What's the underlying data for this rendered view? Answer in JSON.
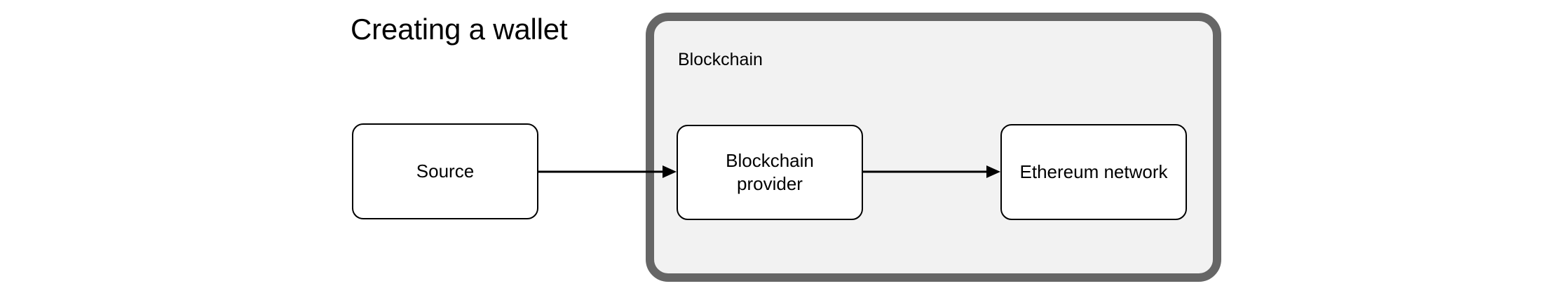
{
  "diagram": {
    "title": "Creating a wallet",
    "type": "flowchart",
    "background_color": "#ffffff",
    "groups": [
      {
        "id": "blockchain",
        "label": "Blockchain",
        "fill_color": "#f2f2f2",
        "border_color": "#666666"
      }
    ],
    "nodes": [
      {
        "id": "source",
        "label": "Source",
        "fill_color": "#ffffff",
        "border_color": "#000000",
        "group": null
      },
      {
        "id": "blockchain-provider",
        "label": "Blockchain provider",
        "line1": "Blockchain",
        "line2": "provider",
        "fill_color": "#ffffff",
        "border_color": "#000000",
        "group": "blockchain"
      },
      {
        "id": "ethereum-network",
        "label": "Ethereum network",
        "fill_color": "#ffffff",
        "border_color": "#000000",
        "group": "blockchain"
      }
    ],
    "edges": [
      {
        "id": "source-to-provider",
        "from": "source",
        "to": "blockchain-provider",
        "label": "",
        "arrowhead": "filled-triangle",
        "color": "#000000"
      },
      {
        "id": "provider-to-ethereum",
        "from": "blockchain-provider",
        "to": "ethereum-network",
        "label": "",
        "arrowhead": "filled-triangle",
        "color": "#000000"
      }
    ]
  }
}
